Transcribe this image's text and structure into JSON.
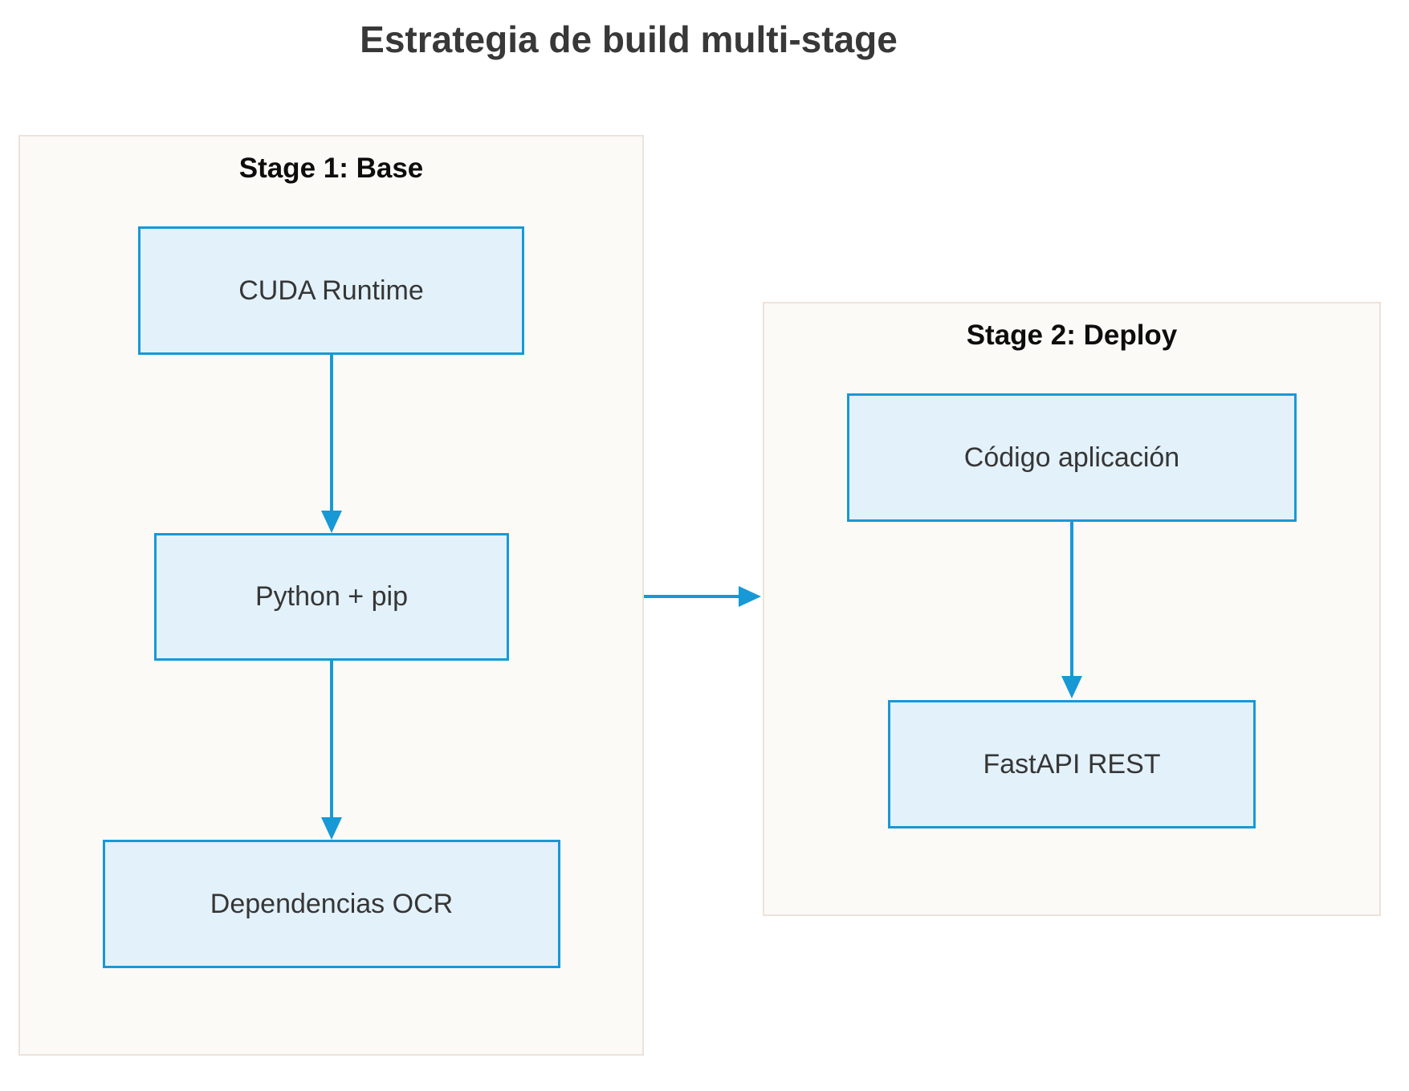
{
  "diagram": {
    "type": "flowchart",
    "title": "Estrategia de build multi-stage",
    "clusters": [
      {
        "label": "Stage 1: Base",
        "nodes": [
          {
            "id": "cuda",
            "label": "CUDA Runtime"
          },
          {
            "id": "python",
            "label": "Python + pip"
          },
          {
            "id": "ocr",
            "label": "Dependencias OCR"
          }
        ]
      },
      {
        "label": "Stage 2: Deploy",
        "nodes": [
          {
            "id": "codigo",
            "label": "Código aplicación"
          },
          {
            "id": "fastapi",
            "label": "FastAPI REST"
          }
        ]
      }
    ],
    "edges": [
      {
        "from": "CUDA Runtime",
        "to": "Python + pip"
      },
      {
        "from": "Python + pip",
        "to": "Dependencias OCR"
      },
      {
        "from": "Stage 1: Base",
        "to": "Stage 2: Deploy"
      },
      {
        "from": "Código aplicación",
        "to": "FastAPI REST"
      }
    ],
    "colors": {
      "background": "#ffffff",
      "node_fill": "#e3f1fa",
      "node_border": "#1799d6",
      "arrow": "#1799d6",
      "cluster_fill": "#fcfaf7",
      "cluster_border": "#ece2dc",
      "title_text": "#383838",
      "node_text": "#363636",
      "cluster_label_text": "#0d0d0d"
    }
  }
}
